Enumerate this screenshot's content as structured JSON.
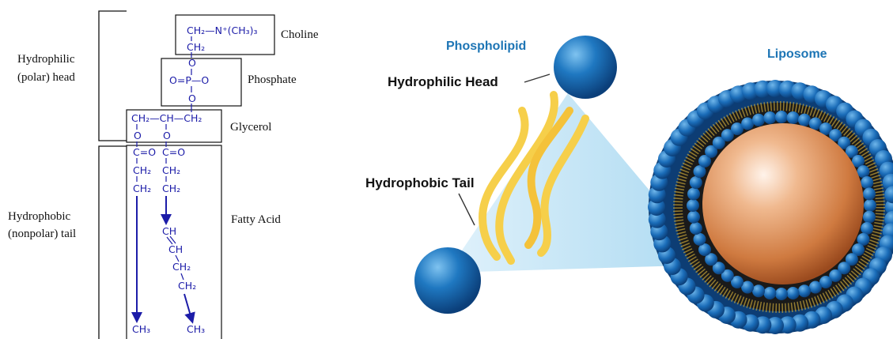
{
  "left": {
    "hydrophilic_label_1": "Hydrophilic",
    "hydrophilic_label_2": "(polar) head",
    "hydrophobic_label_1": "Hydrophobic",
    "hydrophobic_label_2": "(nonpolar) tail",
    "choline_label": "Choline",
    "phosphate_label": "Phosphate",
    "glycerol_label": "Glycerol",
    "fatty_acid_label": "Fatty Acid",
    "choline_formula": "CH₂—N⁺(CH₃)₃",
    "choline_ch2": "CH₂",
    "o_link1": "O",
    "phosphate_formula": "O=P—O",
    "o_link2": "O",
    "glycerol_formula": "CH₂—CH—CH₂",
    "glycerol_o1": "O",
    "glycerol_o2": "O",
    "ester1": "C=O",
    "ester2": "C=O",
    "ch2_a": "CH₂",
    "ch2_b": "CH₂",
    "ch2_c": "CH₂",
    "ch2_d": "CH₂",
    "ch_1": "CH",
    "ch_2": "CH",
    "ch2_e": "CH₂",
    "ch2_f": "CH₂",
    "ch3_a": "CH₃",
    "ch3_b": "CH₃"
  },
  "right": {
    "phospholipid_title": "Phospholipid",
    "liposome_title": "Liposome",
    "head_label": "Hydrophilic Head",
    "tail_label": "Hydrophobic Tail"
  },
  "colors": {
    "chem_blue": "#1c1ca8",
    "title_blue": "#1d75b5",
    "head_blue": "#1565a8",
    "tail_yellow": "#f6cf4a",
    "core_orange": "#e29a66"
  }
}
